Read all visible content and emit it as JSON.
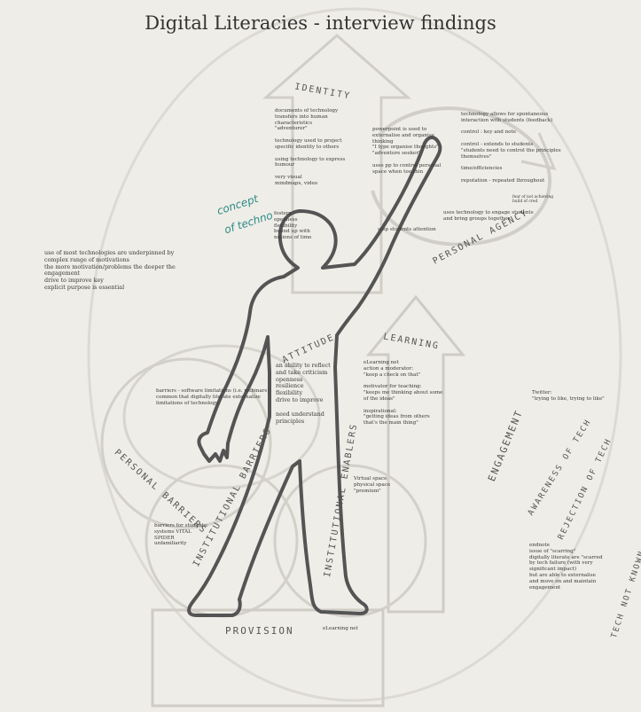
{
  "title": "Digital Literacies - interview findings",
  "section_labels": {
    "identity": "IDENTITY",
    "personal_agency": "PERSONAL AGENCY",
    "learning": "LEARNING",
    "attitude": "ATTITUDE",
    "personal_barriers": "PERSONAL BARRIERS",
    "institutional_barriers": "INSTITUTIONAL BARRIERS",
    "institutional_enablers": "INSTITUTIONAL ENABLERS",
    "engagement": "ENGAGEMENT",
    "awareness_of_tech": "AWARENESS OF TECH",
    "rejection_of_tech": "REJECTION OF TECH",
    "tech_not_known": "TECH NOT KNOWN",
    "provision": "PROVISION"
  },
  "handwritten_note": {
    "line1": "concept",
    "line2": "of techno"
  },
  "notes": {
    "identity": "documents of technology\ntransfers into human\ncharacteristics\n\"adventurer\"\n\ntechnology used to project\nspecific identity to others\n\nusing technology to express\nhumour\n\nvery visual\nmindmaps, video",
    "agency_mid": "powerpoint is used to\nexternalise and organise\nthinking\n\"I type organise thoughts\"\n\"adventure seeker\"\n\nuses pp to control personal\nspace when too thin",
    "agency_right": "technology allows for spontaneous\ninteraction with students (feedback)\n\ncontrol : key and note\n\ncontrol - extends to students\n\"students need to control the principles\nthemselves\"\n\ntime/efficiencies\n\nreputation - repeated throughout",
    "agency_right_small": "fear of not achieving\nbuild of cred",
    "agency_groups": "uses technology to engage students\nand bring groups together",
    "agency_stop": "stop students attention",
    "head": "fosters\nopenness\nflexibility\nbound up with\nnotions of time",
    "left_motivation": "use of most technologies are underpinned by\ncomplex range of motivations\nthe more motivation/problems the deeper the\nengagement\ndrive to improve key\nexplicit purpose is essential",
    "attitude": "an ability to reflect\nand take criticism\nopenness\nresilience\nflexibility\ndrive to improve\n\nneed understand\nprinciples",
    "barriers": "barriers - software limitations (i.e. webinars)\ncommon that digitally literate externalize\nlimitations of technology",
    "learning": "eLearning net\naction a moderator:\n\"keep a check on that\"\n\nmotivator for teaching:\n\"keeps me thinking about some\nof the ideas\"\n\ninspirational:\n\"getting ideas from others\nthat's the main thing\"",
    "twitter": "Twitter:\n\"trying to like, trying to like\"",
    "virtual": "Virtual space\nphysical space\n\"premium\"",
    "student_barriers": "barriers for students:\nsystems VITAL\nSPIDER\nunfamiliarity",
    "endnote": "endnote\nissue of \"scarring\"\ndigitally literate are \"scarred\nby tech failure (with very\nsignificant impact)\nbut are able to externalise\nand move on and maintain\nengagement",
    "elearning_net": "eLearning net"
  }
}
